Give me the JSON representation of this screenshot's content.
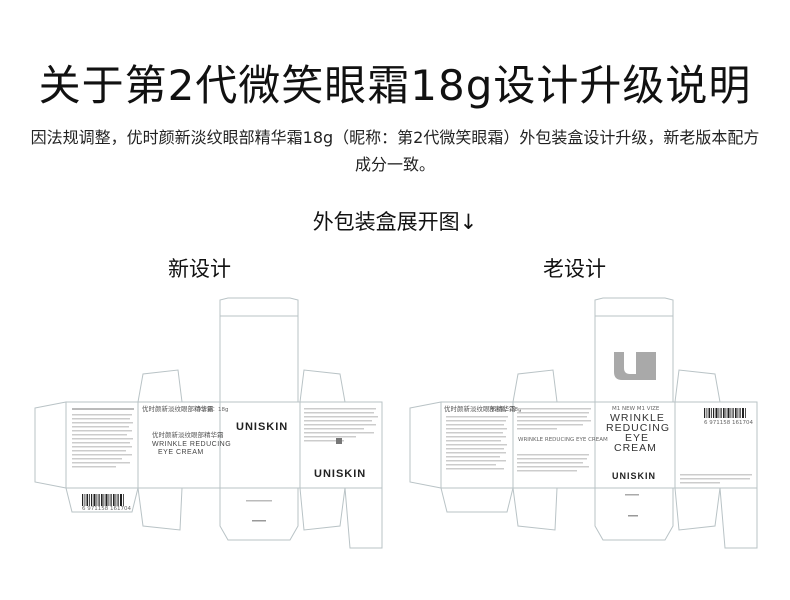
{
  "title": "关于第2代微笑眼霜18g设计升级说明",
  "intro": "因法规调整，优时颜新淡纹眼部精华霜18g（昵称：第2代微笑眼霜）外包装盒设计升级，新老版本配方成分一致。",
  "section_heading": "外包装盒展开图↓",
  "new_design": {
    "label": "新设计",
    "product_name_cn": "优时颜新淡纹眼部精华霜",
    "net_content": "净含量：18g",
    "product_en_line1": "WRINKLE REDUCING",
    "product_en_line2": "EYE CREAM",
    "brand_top": "UNISKIN",
    "brand_bottom": "UNISKIN",
    "barcode_number": "6 971158 161704"
  },
  "old_design": {
    "label": "老设计",
    "product_name_cn": "优时颜新淡纹眼部精华霜",
    "net_content": "净含量：18g",
    "product_en_side": "WRINKLE REDUCING EYE CREAM",
    "front_small": "M1 NEW M1 VIZE",
    "front_line1": "WRINKLE",
    "front_line2": "REDUCING",
    "front_line3": "EYE",
    "front_line4": "CREAM",
    "brand": "UNISKIN",
    "barcode_number": "6 971158 161704"
  },
  "colors": {
    "outline": "#b9c3c6",
    "logo_gray": "#a9a9a9",
    "text": "#111111"
  }
}
